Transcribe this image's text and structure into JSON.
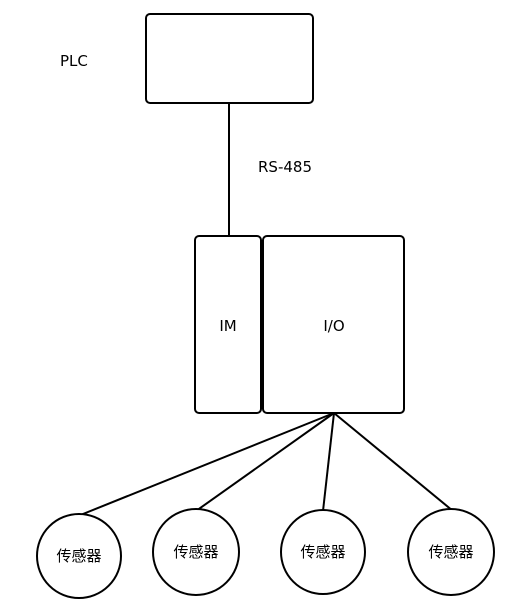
{
  "diagram": {
    "plc_label": "PLC",
    "bus_label": "RS-485",
    "im_label": "IM",
    "io_label": "I/O",
    "sensors": [
      {
        "label": "传感器"
      },
      {
        "label": "传感器"
      },
      {
        "label": "传感器"
      },
      {
        "label": "传感器"
      }
    ]
  }
}
